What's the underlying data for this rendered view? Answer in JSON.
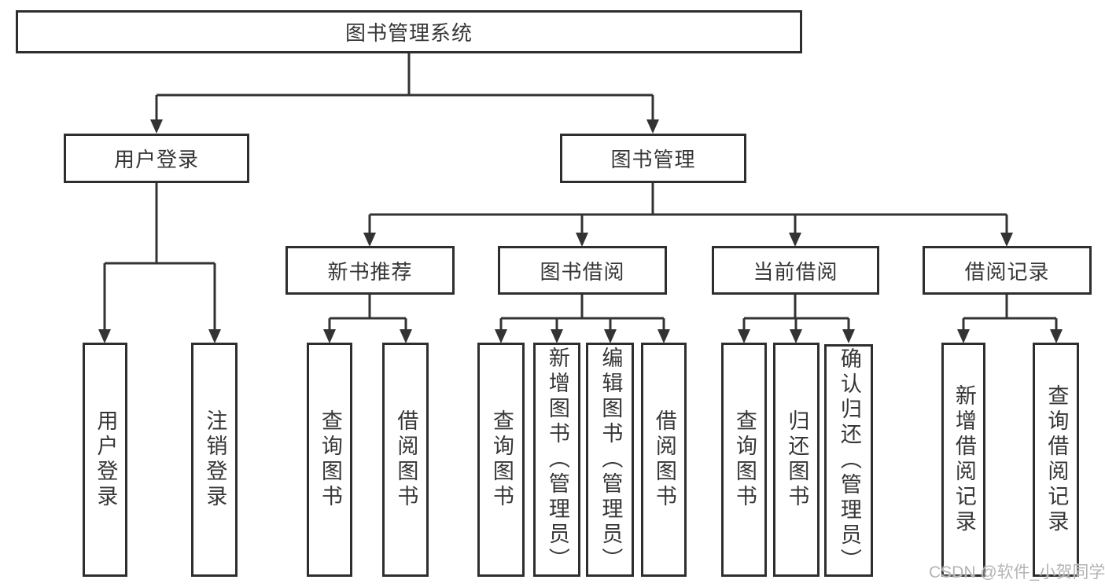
{
  "diagram": {
    "nodes": {
      "root": "图书管理系统",
      "user_login": "用户登录",
      "book_mgmt": "图书管理",
      "new_book_rec": "新书推荐",
      "book_borrow": "图书借阅",
      "current_borrow": "当前借阅",
      "borrow_record": "借阅记录",
      "leaves": {
        "user_login": [
          "用户登录",
          "注销登录"
        ],
        "new_book_rec": [
          "查询图书",
          "借阅图书"
        ],
        "book_borrow": [
          "查询图书",
          "新增图书（管理员）",
          "编辑图书（管理员）",
          "借阅图书"
        ],
        "current_borrow": [
          "查询图书",
          "归还图书",
          "确认归还（管理员）"
        ],
        "borrow_record": [
          "新增借阅记录",
          "查询借阅记录"
        ]
      }
    },
    "watermark": "CSDN @软件_小贺同学",
    "colors": {
      "line": "#333333",
      "box_border": "#2e2e2e",
      "text": "#363636",
      "watermark": "#b4b4b4",
      "background": "#ffffff"
    }
  }
}
